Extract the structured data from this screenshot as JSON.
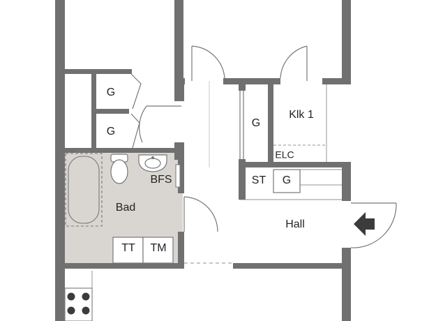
{
  "colors": {
    "wall": "#707070",
    "bath_floor": "#d9d6d2",
    "line": "#777777",
    "dash": "#a8a8a8",
    "text": "#222222",
    "background": "#ffffff"
  },
  "rooms": {
    "closet_top": "G",
    "closet_bottom": "G",
    "closet_corridor": "G",
    "bedroom": "Klk 1",
    "electrical": "ELC",
    "storage": "ST",
    "closet_hall": "G",
    "bathroom": "Bad",
    "bath_cabinet": "BFS",
    "hall": "Hall",
    "dryer": "TT",
    "washer": "TM"
  },
  "icons": {
    "entrance": "entrance-arrow-icon",
    "stove": "stove-icon",
    "toilet": "toilet-icon",
    "sink": "sink-icon",
    "bathtub": "bathtub-icon"
  }
}
